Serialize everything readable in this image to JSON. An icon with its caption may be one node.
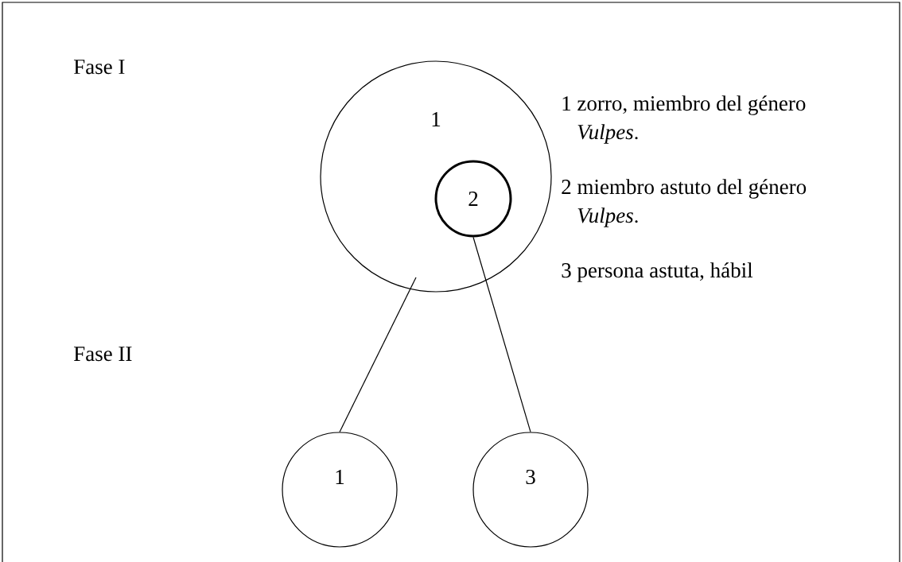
{
  "diagram": {
    "nodes": [
      {
        "text": [
          "1"
        ]
      },
      {
        "text": [
          "2"
        ],
        "in": 0
      },
      {
        "text": [
          "1"
        ]
      },
      {
        "text": [
          "3"
        ]
      }
    ],
    "edges": [
      {
        "from": 0,
        "to": 2,
        "arrow": "none"
      },
      {
        "from": 1,
        "to": 3,
        "arrow": "none"
      }
    ],
    "labels": [
      "Fase I",
      "1 zorro, miembro del género *Vulpes*.",
      "2 miembro astuto del género *Vulpes*.",
      "3 persona astuta, hábil",
      "Fase II"
    ]
  }
}
